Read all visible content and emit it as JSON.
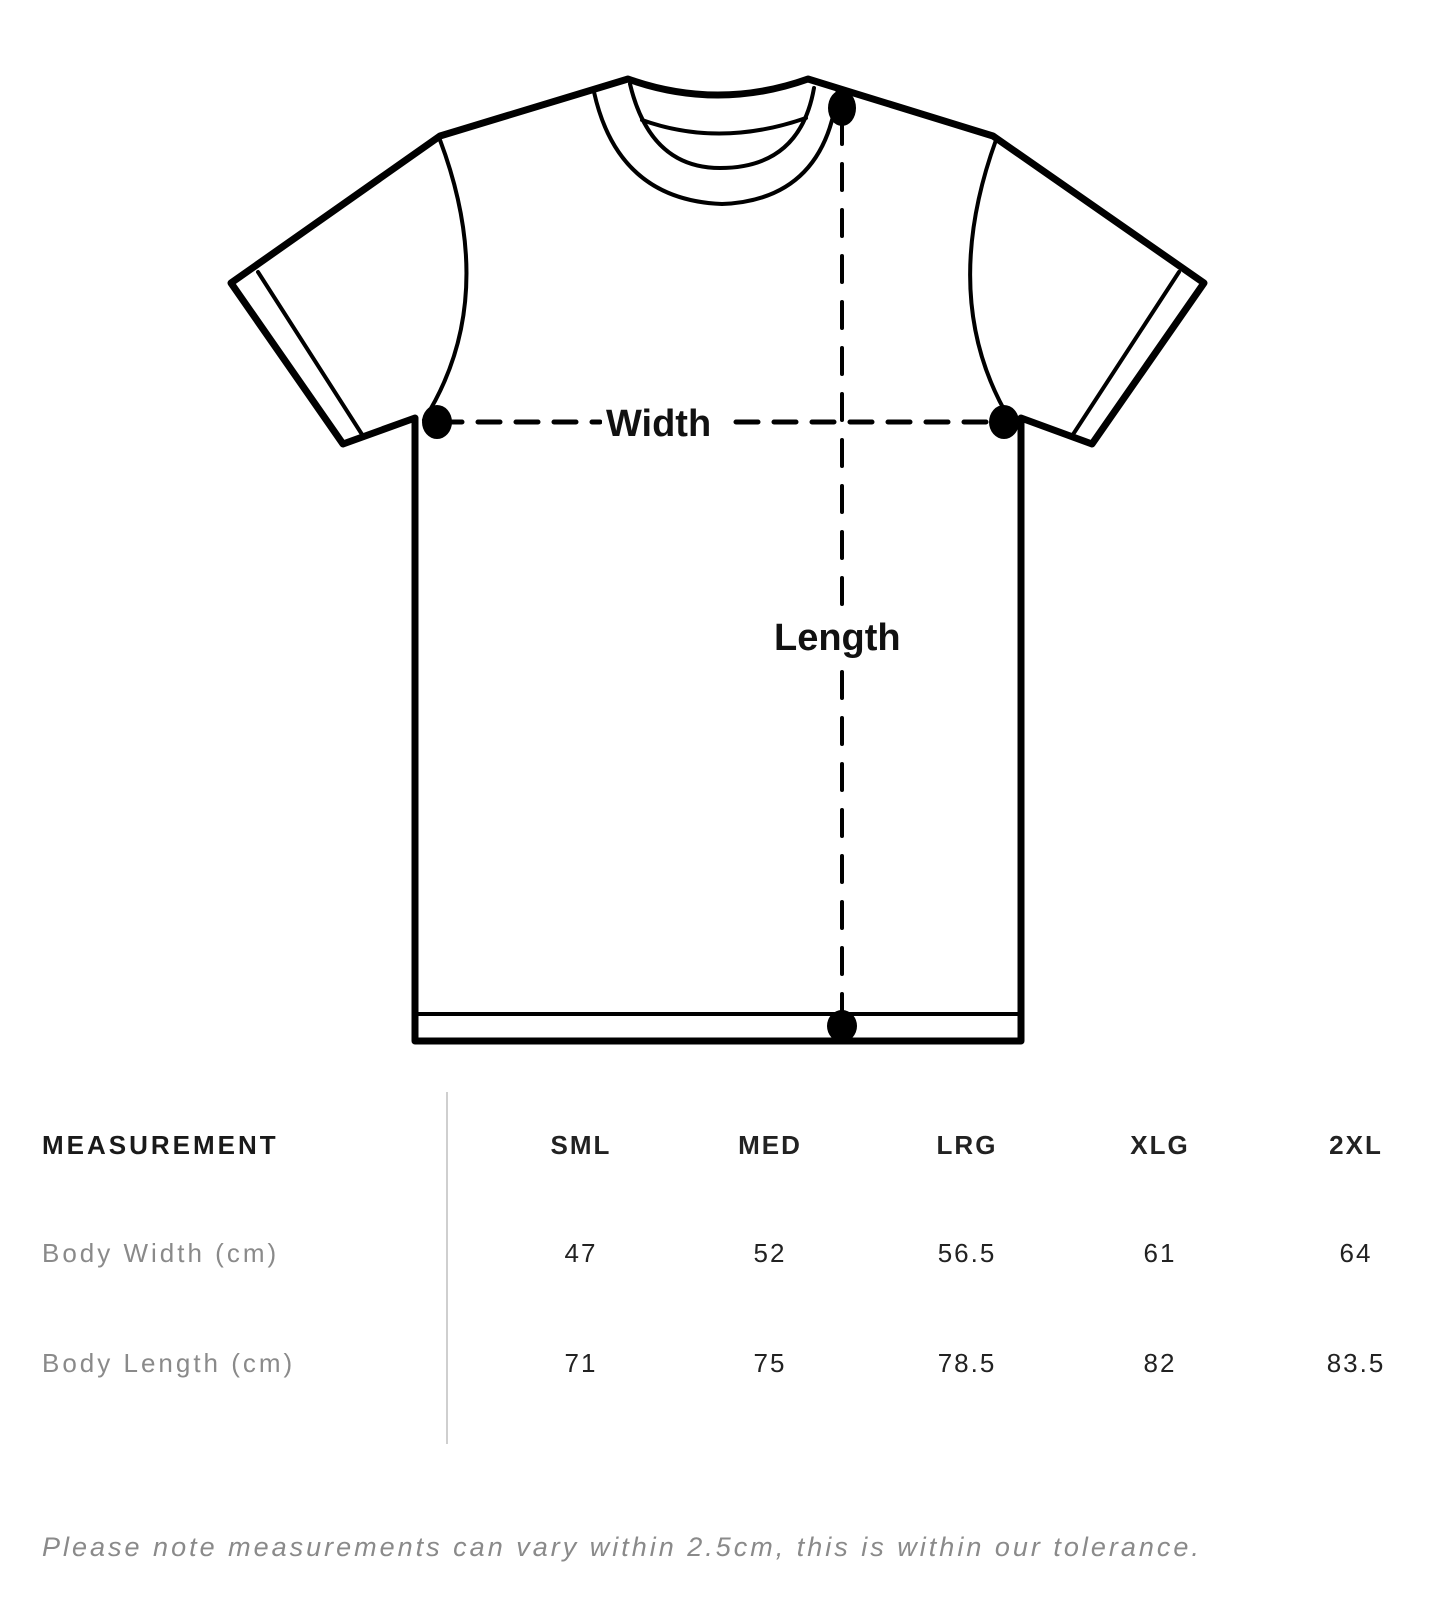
{
  "diagram": {
    "labels": {
      "width": "Width",
      "length": "Length"
    },
    "icon": "tshirt-outline"
  },
  "table": {
    "header": {
      "measurement": "MEASUREMENT",
      "sizes": [
        "SML",
        "MED",
        "LRG",
        "XLG",
        "2XL"
      ]
    },
    "rows": [
      {
        "label": "Body Width (cm)",
        "values": [
          "47",
          "52",
          "56.5",
          "61",
          "64"
        ]
      },
      {
        "label": "Body Length (cm)",
        "values": [
          "71",
          "75",
          "78.5",
          "82",
          "83.5"
        ]
      }
    ]
  },
  "note": "Please note measurements can vary within 2.5cm, this is within our tolerance.",
  "colors": {
    "stroke": "#000000",
    "divider": "#cfcfcf",
    "muted_text": "#8a8a8a"
  }
}
